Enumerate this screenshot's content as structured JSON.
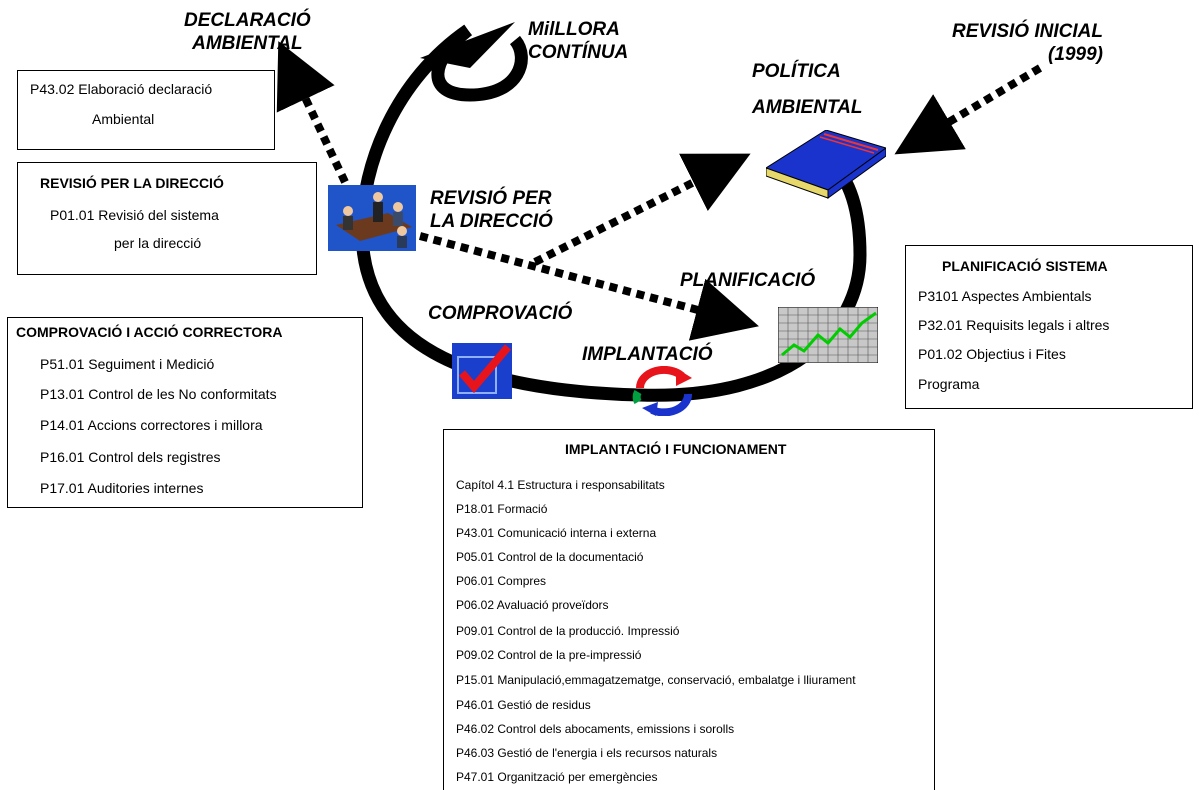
{
  "stage_labels": {
    "declaracio": "DECLARACIÓ\nAMBIENTAL",
    "millora": "MilLLORA\nCONTÍNUA",
    "revisio_inicial": "REVISIÓ INICIAL\n(1999)",
    "politica_1": "POLÍTICA",
    "politica_2": "AMBIENTAL",
    "revisio_direccio": "REVISIÓ PER\nLA DIRECCIÓ",
    "planificacio": "PLANIFICACIÓ",
    "comprovacio": "COMPROVACIÓ",
    "implantacio": "IMPLANTACIÓ"
  },
  "boxes": {
    "declaracio": {
      "lines": [
        "P43.02 Elaboració declaració",
        "Ambiental"
      ]
    },
    "revisio": {
      "title": "REVISIÓ PER LA DIRECCIÓ",
      "lines": [
        "P01.01 Revisió del sistema",
        "per la direcció"
      ]
    },
    "comprovacio": {
      "title": "COMPROVACIÓ I ACCIÓ CORRECTORA",
      "lines": [
        "P51.01 Seguiment i Medició",
        "P13.01 Control de les No conformitats",
        "P14.01 Accions correctores i millora",
        "P16.01 Control dels registres",
        "P17.01 Auditories internes"
      ]
    },
    "planificacio": {
      "title": "PLANIFICACIÓ SISTEMA",
      "lines": [
        "P3101 Aspectes Ambientals",
        "P32.01 Requisits legals i altres",
        "P01.02 Objectius i Fites",
        "Programa"
      ]
    },
    "implantacio": {
      "title": "IMPLANTACIÓ I FUNCIONAMENT",
      "lines": [
        "Capítol 4.1 Estructura i responsabilitats",
        "P18.01 Formació",
        "P43.01 Comunicació interna i externa",
        "P05.01 Control de la documentació",
        "P06.01 Compres",
        "P06.02 Avaluació proveïdors",
        "P09.01 Control de la producció. Impressió",
        "P09.02 Control de la pre-impressió",
        "P15.01 Manipulació,emmagatzematge, conservació, embalatge i lliurament",
        "P46.01 Gestió de residus",
        "P46.02 Control dels abocaments, emissions i sorolls",
        "P46.03 Gestió de l'energia i els recursos naturals",
        "P47.01 Organització per emergències"
      ]
    }
  },
  "icons": [
    "meeting-people-icon",
    "book-icon",
    "growth-chart-icon",
    "checkmark-icon",
    "cycle-arrows-icon"
  ],
  "colors": {
    "cycle": "#000000",
    "book": "#1a33cc",
    "check_bg": "#1a3fcc",
    "check": "#e8141c",
    "chart_line": "#00cc00"
  }
}
